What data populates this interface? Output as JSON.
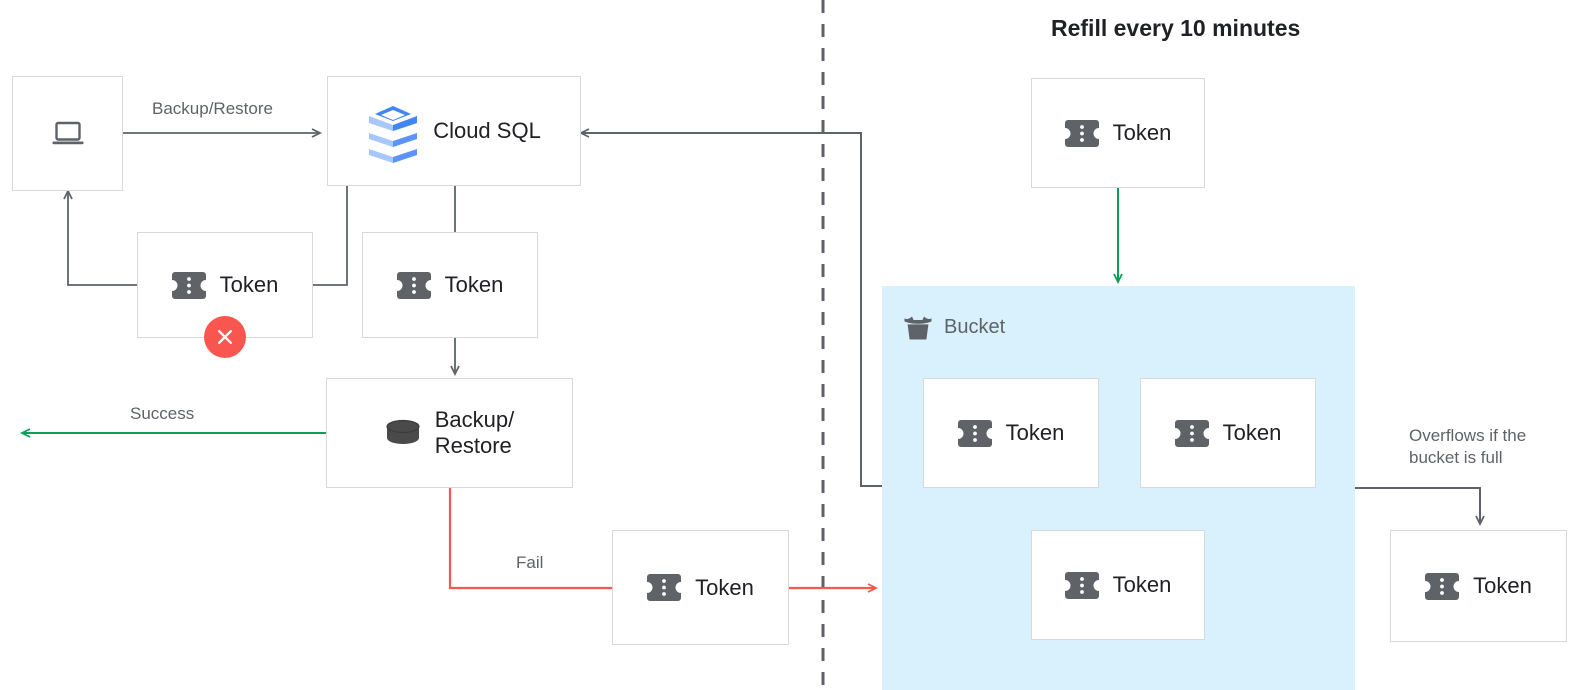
{
  "diagram": {
    "title": "Refill every 10 minutes",
    "colors": {
      "arrow_default": "#5f6368",
      "arrow_success": "#0f9d58",
      "arrow_fail": "#f4594f",
      "bucket_fill": "#d9f1fd",
      "box_border": "#d6d8da",
      "token_icon": "#5f6368",
      "error_badge": "#f9564f",
      "label_text": "#5f6368",
      "title_text": "#202124",
      "cloudsql_blue_dark": "#4285f4",
      "cloudsql_blue_light": "#a8c7fa"
    },
    "nodes": {
      "client": {
        "icon": "laptop-icon",
        "label": ""
      },
      "cloud_sql": {
        "icon": "cloud-sql-icon",
        "label": "Cloud SQL"
      },
      "token_rejected": {
        "icon": "token-icon",
        "label": "Token",
        "badge": "error-x-icon"
      },
      "token_consumed": {
        "icon": "token-icon",
        "label": "Token"
      },
      "backup_restore": {
        "icon": "database-icon",
        "label": "Backup/\nRestore"
      },
      "token_failed": {
        "icon": "token-icon",
        "label": "Token"
      },
      "token_refill": {
        "icon": "token-icon",
        "label": "Token"
      },
      "token_bucket_1": {
        "icon": "token-icon",
        "label": "Token"
      },
      "token_bucket_2": {
        "icon": "token-icon",
        "label": "Token"
      },
      "token_bucket_3": {
        "icon": "token-icon",
        "label": "Token"
      },
      "token_overflow": {
        "icon": "token-icon",
        "label": "Token"
      }
    },
    "bucket": {
      "icon": "bucket-icon",
      "label": "Bucket"
    },
    "edge_labels": {
      "backup_restore": "Backup/Restore",
      "success": "Success",
      "fail": "Fail",
      "overflow": "Overflows if the\nbucket is full"
    }
  }
}
